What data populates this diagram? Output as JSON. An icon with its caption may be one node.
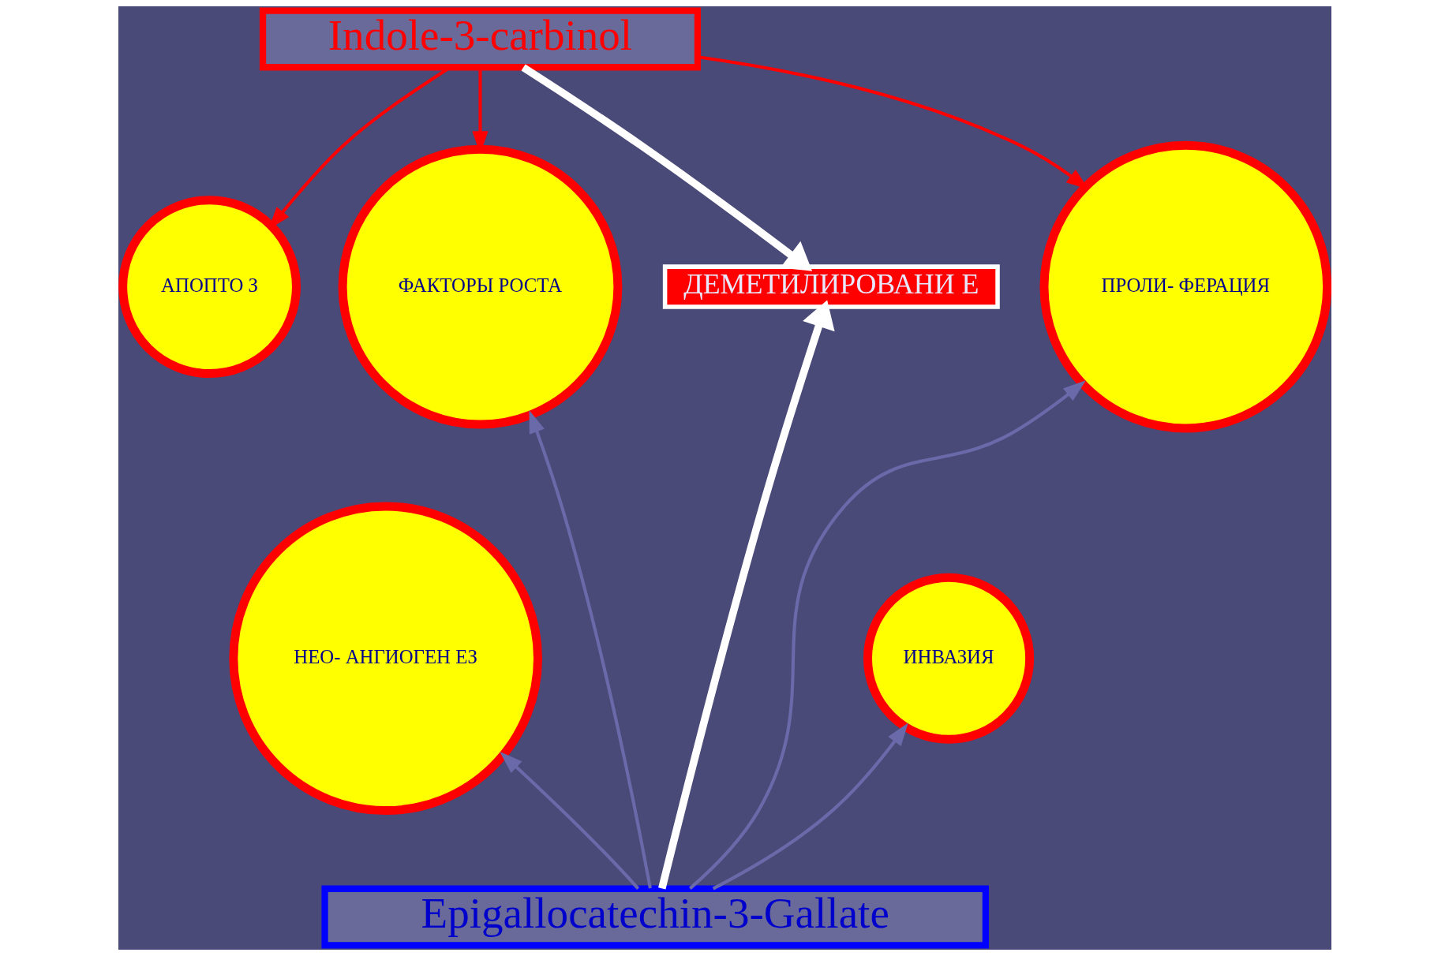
{
  "diagram": {
    "nodes": [
      {
        "text": [
          "Indole-3-carbinol"
        ]
      },
      {
        "text": [
          "АПОПТО З"
        ]
      },
      {
        "text": [
          "ФАКТОРЫ РОСТА"
        ]
      },
      {
        "text": [
          "ДЕМЕТИЛИРОВАНИ Е"
        ]
      },
      {
        "text": [
          "ПРОЛИ- ФЕРАЦИЯ"
        ]
      },
      {
        "text": [
          "НЕО- АНГИОГЕН ЕЗ"
        ]
      },
      {
        "text": [
          "ИНВАЗИЯ"
        ]
      },
      {
        "text": [
          "Epigallocatechin-3-Gallate"
        ]
      }
    ],
    "edges": [
      {
        "from": 0,
        "to": 1,
        "arrow": "to",
        "color": "#ff0000"
      },
      {
        "from": 0,
        "to": 2,
        "arrow": "to",
        "color": "#ff0000"
      },
      {
        "from": 0,
        "to": 3,
        "arrow": "to",
        "style": "thick",
        "color": "#ffffff"
      },
      {
        "from": 0,
        "to": 4,
        "arrow": "to",
        "color": "#ff0000"
      },
      {
        "from": 7,
        "to": 5,
        "arrow": "to"
      },
      {
        "from": 7,
        "to": 2,
        "arrow": "to"
      },
      {
        "from": 7,
        "to": 3,
        "arrow": "to",
        "style": "thick",
        "color": "#ffffff"
      },
      {
        "from": 7,
        "to": 4,
        "arrow": "to"
      },
      {
        "from": 7,
        "to": 6,
        "arrow": "to"
      }
    ]
  }
}
